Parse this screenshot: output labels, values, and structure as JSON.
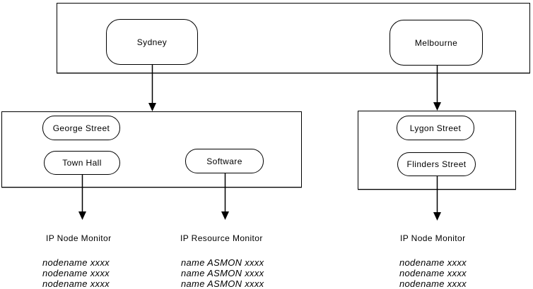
{
  "colors": {
    "line": "#000000",
    "background": "#ffffff",
    "text": "#000000"
  },
  "cities": [
    {
      "label": "Sydney"
    },
    {
      "label": "Melbourne"
    }
  ],
  "sydney_sites": [
    {
      "label": "George Street"
    },
    {
      "label": "Town Hall"
    },
    {
      "label": "Software"
    }
  ],
  "melbourne_sites": [
    {
      "label": "Lygon Street"
    },
    {
      "label": "Flinders Street"
    }
  ],
  "monitors": [
    {
      "title": "IP Node Monitor",
      "lines": [
        "nodename xxxx",
        "nodename xxxx",
        "nodename xxxx"
      ]
    },
    {
      "title": "IP Resource Monitor",
      "lines": [
        "name ASMON xxxx",
        "name ASMON xxxx",
        "name ASMON xxxx"
      ]
    },
    {
      "title": "IP Node Monitor",
      "lines": [
        "nodename xxxx",
        "nodename xxxx",
        "nodename xxxx"
      ]
    }
  ]
}
